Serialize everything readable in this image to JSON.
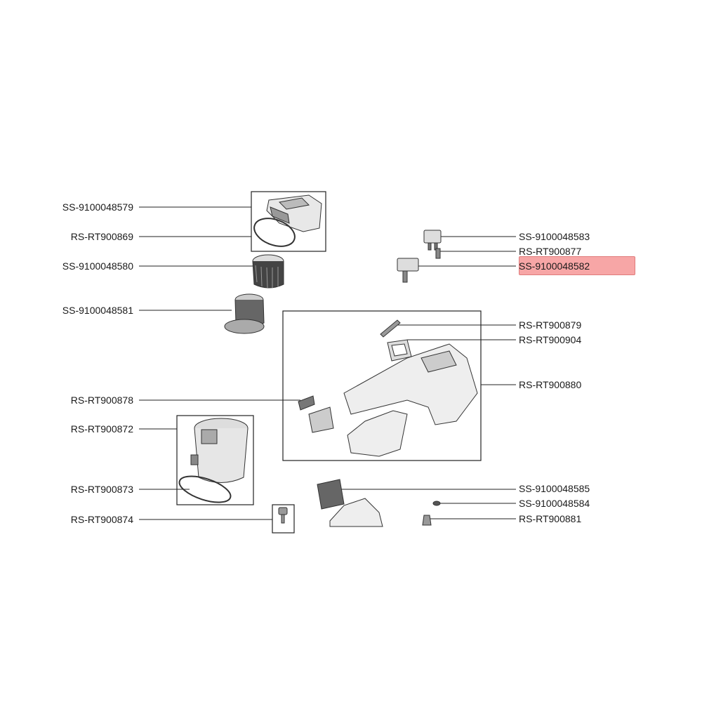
{
  "labels": {
    "ss_48579": "SS-9100048579",
    "rs_869": "RS-RT900869",
    "ss_48580": "SS-9100048580",
    "ss_48581": "SS-9100048581",
    "rs_878": "RS-RT900878",
    "rs_872": "RS-RT900872",
    "rs_873": "RS-RT900873",
    "rs_874": "RS-RT900874",
    "ss_48583": "SS-9100048583",
    "rs_877": "RS-RT900877",
    "ss_48582": "SS-9100048582",
    "rs_879": "RS-RT900879",
    "rs_904": "RS-RT900904",
    "rs_880": "RS-RT900880",
    "ss_48585": "SS-9100048585",
    "ss_48584": "SS-9100048584",
    "rs_881": "RS-RT900881"
  },
  "highlighted_part": "SS-9100048582",
  "colors": {
    "line": "#222222",
    "highlight": "#f7a6a6",
    "part_fill": "#e8e8e8",
    "part_dark": "#555555"
  }
}
